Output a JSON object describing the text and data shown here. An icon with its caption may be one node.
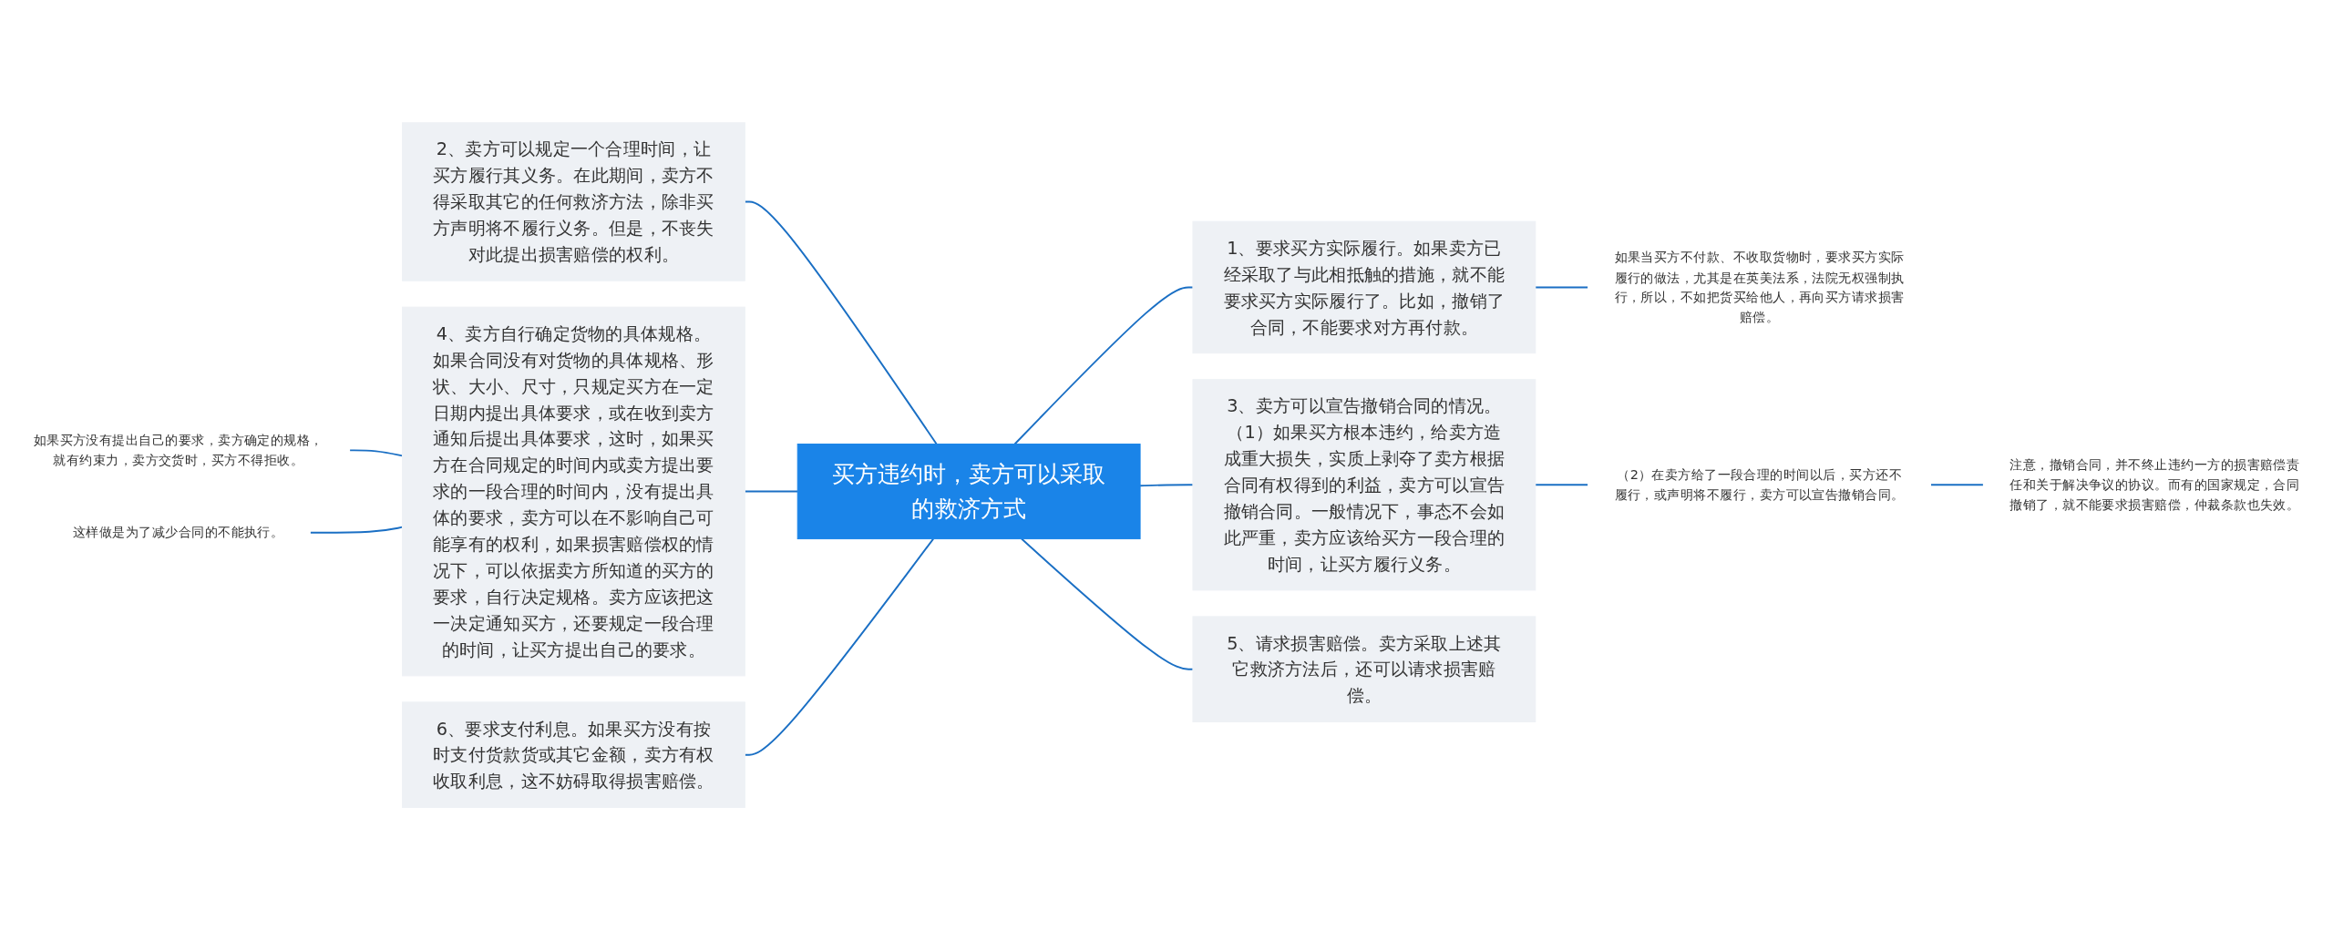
{
  "diagram": {
    "nodes": [
      {
        "text": [
          "买方违约时，卖方可以采取的救济方式"
        ]
      },
      {
        "text": [
          "2、卖方可以规定一个合理时间，让买方履行其义务。在此期间，卖方不得采取其它的任何救济方法，除非买方声明将不履行义务。但是，不丧失对此提出损害赔偿的权利。"
        ]
      },
      {
        "text": [
          "4、卖方自行确定货物的具体规格。如果合同没有对货物的具体规格、形状、大小、尺寸，只规定买方在一定日期内提出具体要求，或在收到卖方通知后提出具体要求，这时，如果买方在合同规定的时间内或卖方提出要求的一段合理的时间内，没有提出具体的要求，卖方可以在不影响自己可能享有的权利，如果损害赔偿权的情况下，可以依据卖方所知道的买方的要求，自行决定规格。卖方应该把这一决定通知买方，还要规定一段合理的时间，让买方提出自己的要求。"
        ]
      },
      {
        "text": [
          "如果买方没有提出自己的要求，卖方确定的规格，就有约束力，卖方交货时，买方不得拒收。"
        ]
      },
      {
        "text": [
          "这样做是为了减少合同的不能执行。"
        ]
      },
      {
        "text": [
          "6、要求支付利息。如果买方没有按时支付货款货或其它金额，卖方有权收取利息，这不妨碍取得损害赔偿。"
        ]
      },
      {
        "text": [
          "1、要求买方实际履行。如果卖方已经采取了与此相抵触的措施，就不能要求买方实际履行了。比如，撤销了合同，不能要求对方再付款。"
        ]
      },
      {
        "text": [
          "如果当买方不付款、不收取货物时，要求买方实际履行的做法，尤其是在英美法系，法院无权强制执行，所以，不如把货买给他人，再向买方请求损害赔偿。"
        ]
      },
      {
        "text": [
          "3、卖方可以宣告撤销合同的情况。（1）如果买方根本违约，给卖方造成重大损失，实质上剥夺了卖方根据合同有权得到的利益，卖方可以宣告撤销合同。一般情况下，事态不会如此严重，卖方应该给买方一段合理的时间，让买方履行义务。"
        ]
      },
      {
        "text": [
          "（2）在卖方给了一段合理的时间以后，买方还不履行，或声明将不履行，卖方可以宣告撤销合同。"
        ]
      },
      {
        "text": [
          "注意，撤销合同，并不终止违约一方的损害赔偿责任和关于解决争议的协议。而有的国家规定，合同撤销了，就不能要求损害赔偿，仲裁条款也失效。"
        ]
      },
      {
        "text": [
          "5、请求损害赔偿。卖方采取上述其它救济方法后，还可以请求损害赔偿。"
        ]
      }
    ],
    "edges": [
      {
        "from": 0,
        "to": 1,
        "arrow": "none"
      },
      {
        "from": 0,
        "to": 2,
        "arrow": "none"
      },
      {
        "from": 2,
        "to": 3,
        "arrow": "none"
      },
      {
        "from": 2,
        "to": 4,
        "arrow": "none"
      },
      {
        "from": 0,
        "to": 5,
        "arrow": "none"
      },
      {
        "from": 0,
        "to": 6,
        "arrow": "none"
      },
      {
        "from": 6,
        "to": 7,
        "arrow": "none"
      },
      {
        "from": 0,
        "to": 8,
        "arrow": "none"
      },
      {
        "from": 8,
        "to": 9,
        "arrow": "none"
      },
      {
        "from": 9,
        "to": 10,
        "arrow": "none"
      },
      {
        "from": 0,
        "to": 11,
        "arrow": "none"
      }
    ]
  }
}
